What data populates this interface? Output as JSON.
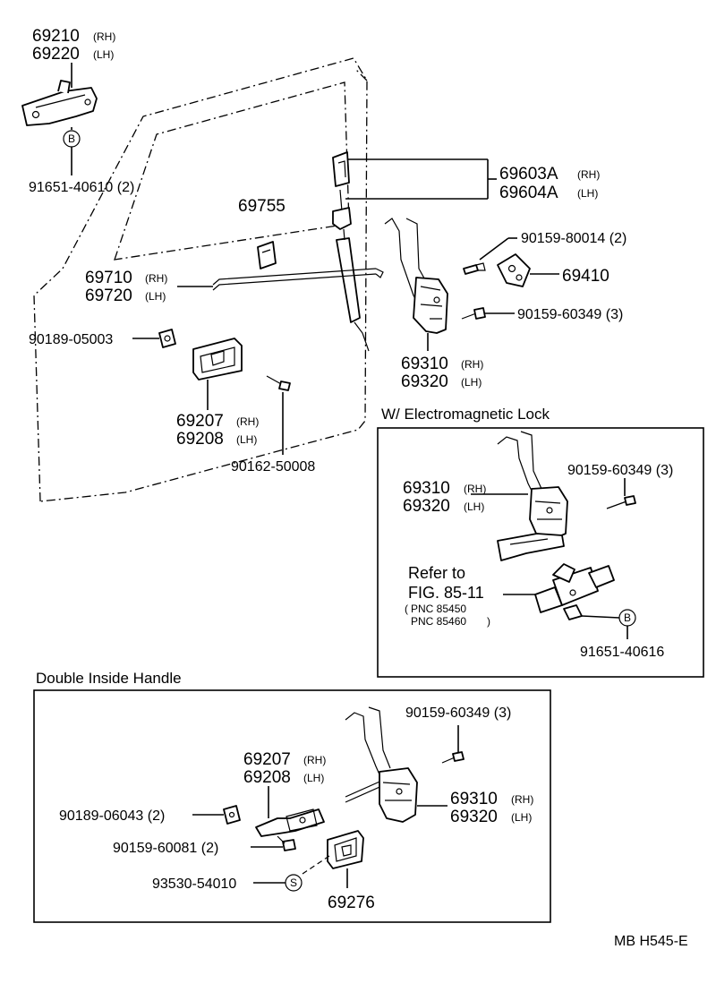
{
  "parts": {
    "outside_handle": {
      "rh": "69210",
      "lh": "69220",
      "rh_tag": "(RH)",
      "lh_tag": "(LH)"
    },
    "outside_handle_bolt": {
      "circle": "B",
      "number": "91651-40610 (2)"
    },
    "lock_knob_bushing": {
      "rh": "69603A",
      "lh": "69604A",
      "rh_tag": "(RH)",
      "lh_tag": "(LH)"
    },
    "rod_clip": "69755",
    "link_rod": {
      "rh": "69710",
      "lh": "69720",
      "rh_tag": "(RH)",
      "lh_tag": "(LH)"
    },
    "striker_screw": "90159-80014 (2)",
    "striker": "69410",
    "lock_screw": "90159-60349 (3)",
    "screw_05003": "90189-05003",
    "door_lock": {
      "rh": "69310",
      "lh": "69320",
      "rh_tag": "(RH)",
      "lh_tag": "(LH)"
    },
    "inside_handle": {
      "rh": "69207",
      "lh": "69208",
      "rh_tag": "(RH)",
      "lh_tag": "(LH)"
    },
    "handle_screw": "90162-50008"
  },
  "electromagnetic": {
    "title": "W/ Electromagnetic Lock",
    "lock": {
      "rh": "69310",
      "lh": "69320",
      "rh_tag": "(RH)",
      "lh_tag": "(LH)"
    },
    "screw": "90159-60349 (3)",
    "refer_line1": "Refer to",
    "refer_line2": "FIG. 85-11",
    "pnc1": "PNC 85450",
    "pnc2": "PNC 85460",
    "bolt_circle": "B",
    "bolt": "91651-40616"
  },
  "double_handle": {
    "title": "Double Inside Handle",
    "screw_top": "90159-60349 (3)",
    "handle": {
      "rh": "69207",
      "lh": "69208",
      "rh_tag": "(RH)",
      "lh_tag": "(LH)"
    },
    "lock": {
      "rh": "69310",
      "lh": "69320",
      "rh_tag": "(RH)",
      "lh_tag": "(LH)"
    },
    "screw_06043": "90189-06043 (2)",
    "screw_60081": "90159-60081 (2)",
    "screw_54010": "93530-54010",
    "screw_circle": "S",
    "bezel": "69276"
  },
  "figure_code": "MB  H545-E"
}
